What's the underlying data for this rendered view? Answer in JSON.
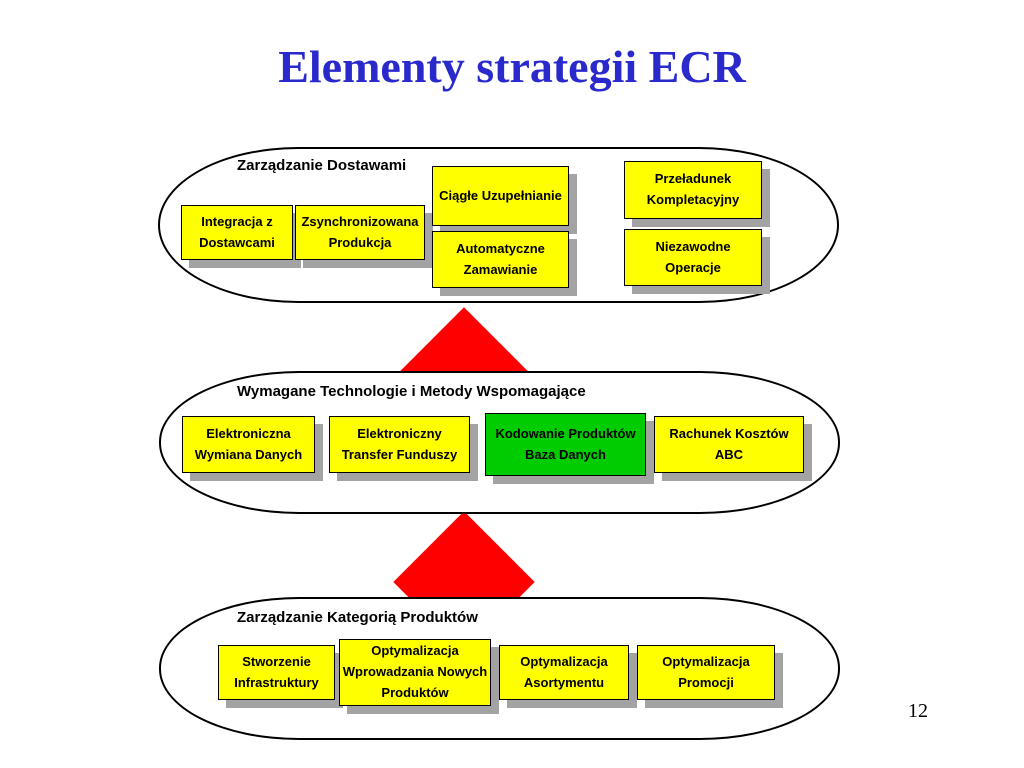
{
  "slide": {
    "title": "Elementy strategii ECR",
    "page_number": "12"
  },
  "colors": {
    "title_blue": "#2929CC",
    "box_yellow": "#FFFF00",
    "box_green": "#00CC00",
    "diamond_red": "#FF0000",
    "shadow_gray": "#A3A3A3"
  },
  "sections": [
    {
      "label": "Zarządzanie Dostawami",
      "boxes": [
        {
          "text": "Integracja z\nDostawcami",
          "color": "yellow"
        },
        {
          "text": "Zsynchronizowana\nProdukcja",
          "color": "yellow"
        },
        {
          "text": "Ciągłe Uzupełnianie",
          "color": "yellow"
        },
        {
          "text": "Automatyczne\nZamawianie",
          "color": "yellow"
        },
        {
          "text": "Przeładunek\nKompletacyjny",
          "color": "yellow"
        },
        {
          "text": "Niezawodne\nOperacje",
          "color": "yellow"
        }
      ]
    },
    {
      "label": "Wymagane Technologie i Metody Wspomagające",
      "boxes": [
        {
          "text": "Elektroniczna\nWymiana Danych",
          "color": "yellow"
        },
        {
          "text": "Elektroniczny\nTransfer Funduszy",
          "color": "yellow"
        },
        {
          "text": "Kodowanie Produktów\nBaza Danych",
          "color": "green"
        },
        {
          "text": "Rachunek Kosztów\nABC",
          "color": "yellow"
        }
      ]
    },
    {
      "label": "Zarządzanie Kategorią Produktów",
      "boxes": [
        {
          "text": "Stworzenie\nInfrastruktury",
          "color": "yellow"
        },
        {
          "text": "Optymalizacja\nWprowadzania Nowych\nProduktów",
          "color": "yellow"
        },
        {
          "text": "Optymalizacja\nAsortymentu",
          "color": "yellow"
        },
        {
          "text": "Optymalizacja\nPromocji",
          "color": "yellow"
        }
      ]
    }
  ]
}
